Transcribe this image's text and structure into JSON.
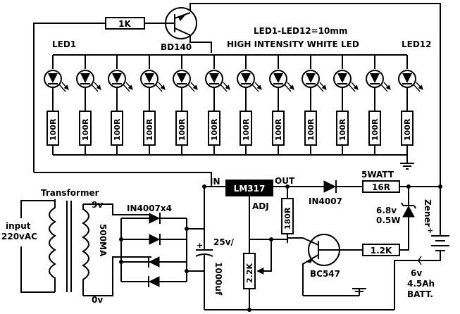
{
  "labels": {
    "r_1k": "1K",
    "bd140": "BD140",
    "led_spec_1": "LED1-LED12=10mm",
    "led_spec_2": "HIGH INTENSITY WHITE LED",
    "led1": "LED1",
    "led12": "LED12",
    "led_resistor": "100R",
    "in": "IN",
    "out": "OUT",
    "lm317": "LM317",
    "adj": "ADJ",
    "five_watt": "5WATT",
    "r_16r": "16R",
    "transformer": "Transformer",
    "sec_9v": "9v",
    "sec_0v": "0v",
    "ma": "500MA",
    "input_1": "input",
    "input_2": "220vAC",
    "bridge": "IN4007x4",
    "cap_v": "25v/",
    "cap_uf": "1000uf",
    "r_180r": "180R",
    "diode": "IN4007",
    "zener_v": "6.8v",
    "zener_w": "0.5W",
    "zener": "Zener",
    "pot": "2.2K",
    "bc547": "BC547",
    "r_12k": "1.2K",
    "batt_1": "6v",
    "batt_2": "4.5Ah",
    "batt_3": "BATT."
  }
}
